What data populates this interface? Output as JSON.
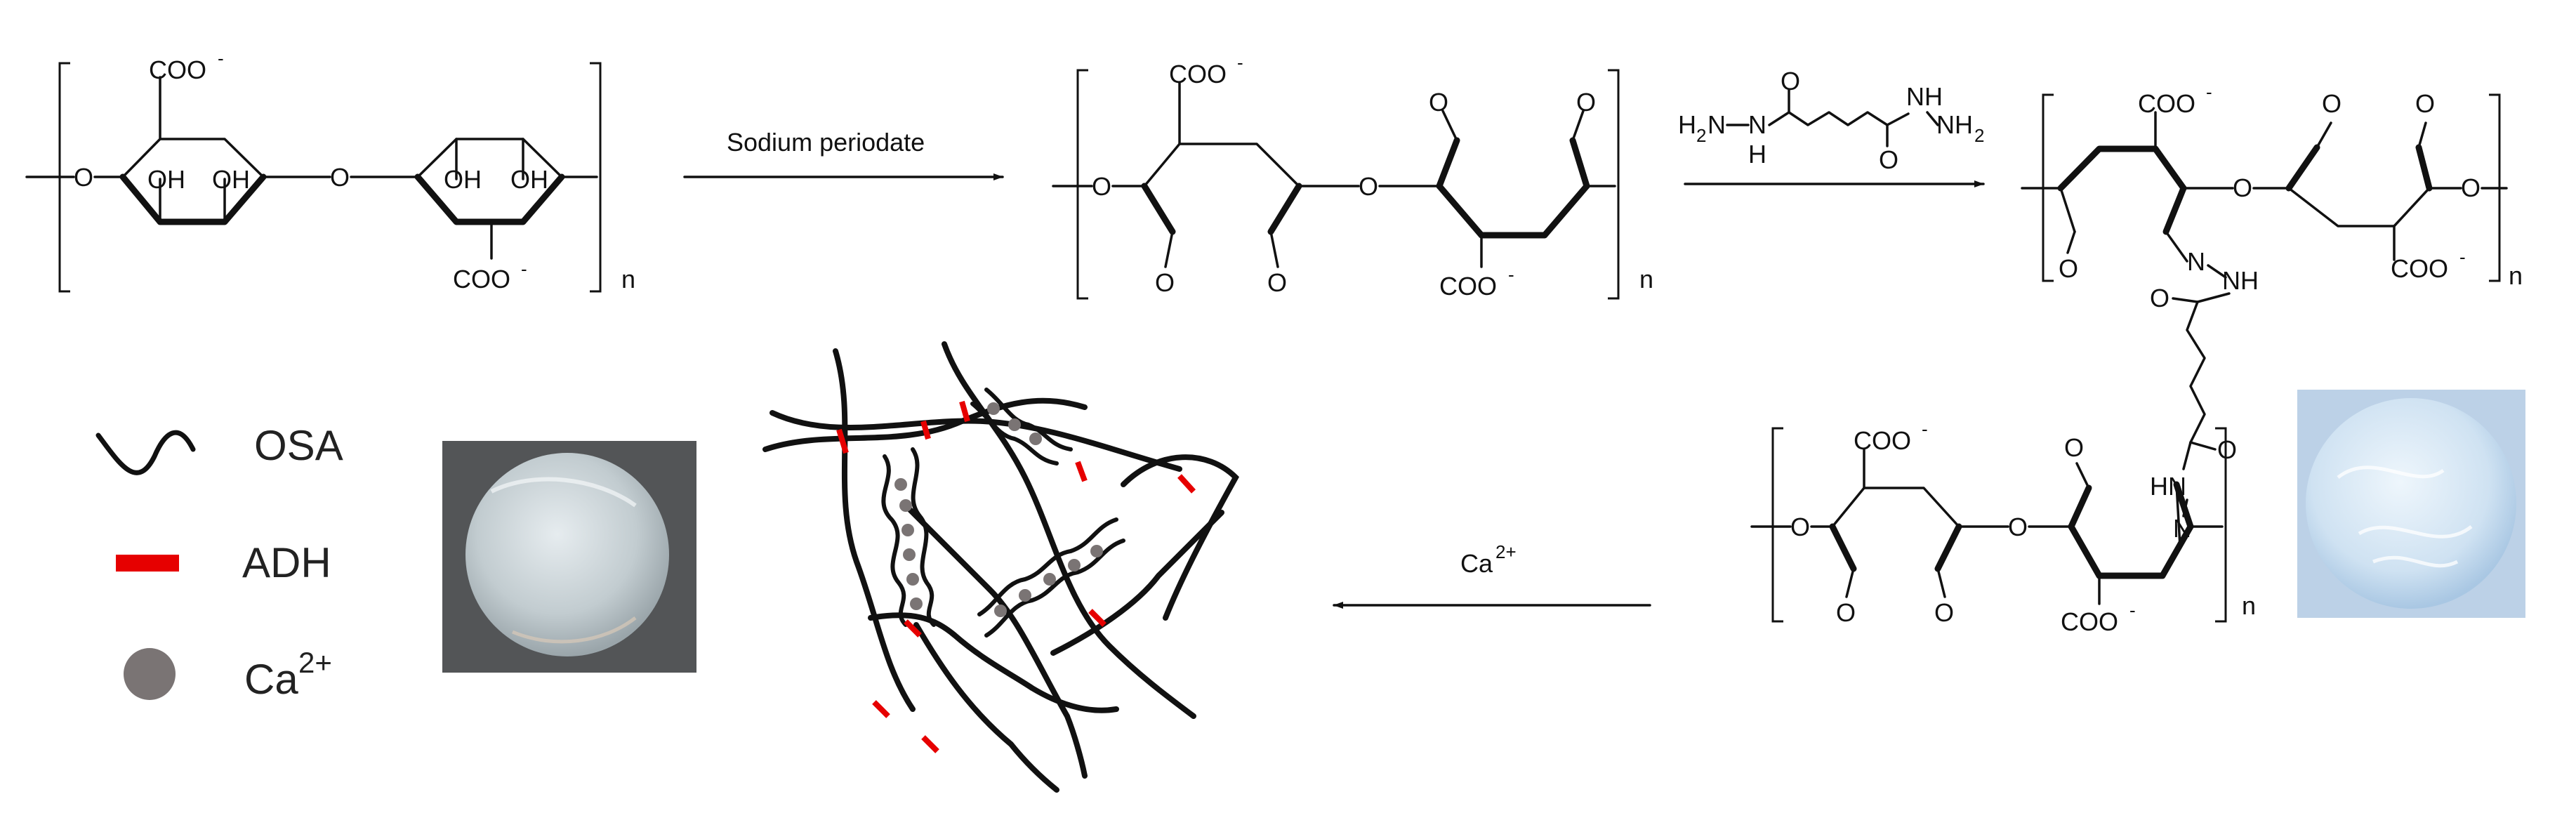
{
  "reactants": {
    "alginate_coo_top": "COO",
    "alginate_coo_bottom": "COO",
    "alginate_oh": [
      "OH",
      "OH",
      "OH",
      "OH"
    ],
    "bridge_o": "O",
    "repeat_n": "n"
  },
  "arrows": {
    "step1_label": "Sodium periodate",
    "step3_label": "Ca",
    "step3_label_sup": "2+"
  },
  "osa": {
    "coo_top": "COO",
    "coo_bottom": "COO",
    "aldehyde_o": [
      "O",
      "O",
      "O",
      "O"
    ],
    "bridge_o": "O",
    "repeat_n": "n"
  },
  "adh_reagent": {
    "left": "H",
    "left_sub": "2",
    "left_n": "N",
    "nh_top": "N",
    "nh_h": "H",
    "right_nh": "NH",
    "right_nh_sub": "2",
    "carbonyl_o": [
      "O",
      "O"
    ]
  },
  "product": {
    "coo": [
      "COO",
      "COO",
      "COO",
      "COO"
    ],
    "o": [
      "O",
      "O",
      "O",
      "O",
      "O",
      "O",
      "O",
      "O",
      "O",
      "O"
    ],
    "nh": [
      "NH",
      "HN"
    ],
    "n": [
      "N",
      "N"
    ],
    "repeat_n": [
      "n",
      "n"
    ]
  },
  "legend": {
    "items": [
      {
        "label": "OSA",
        "symbol": "wave-line"
      },
      {
        "label": "ADH",
        "symbol": "red-bar"
      },
      {
        "label": "Ca",
        "sup": "2+",
        "symbol": "grey-dot"
      }
    ]
  },
  "colors": {
    "crosslink": "#e60000",
    "calcium": "#7a7474",
    "line": "#111111"
  }
}
